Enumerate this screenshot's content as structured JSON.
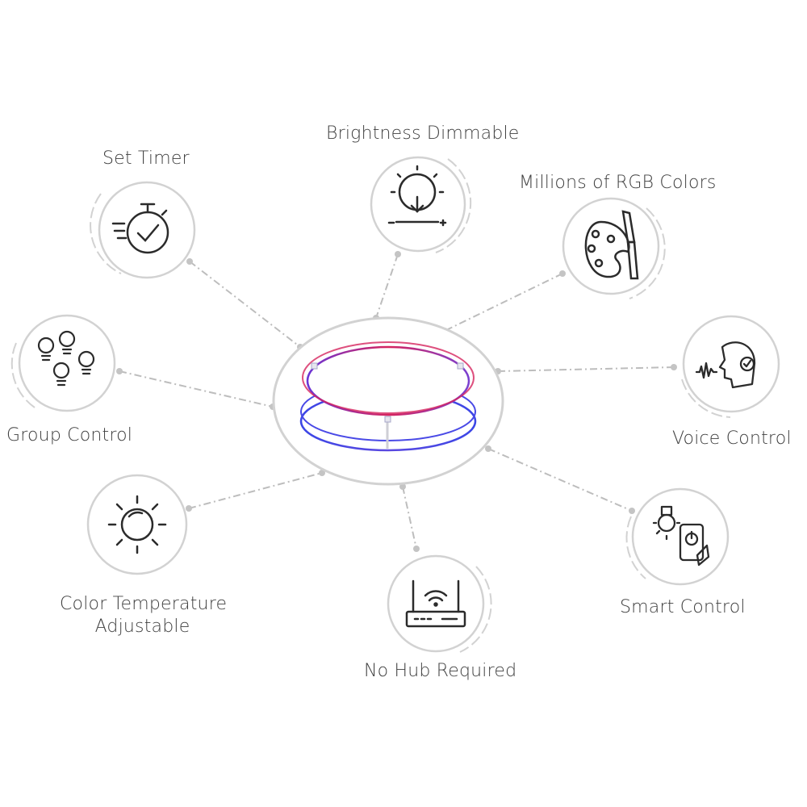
{
  "features": {
    "set_timer": "Set Timer",
    "brightness_dimmable": "Brightness Dimmable",
    "rgb_colors": "Millions of RGB Colors",
    "group_control": "Group Control",
    "voice_control": "Voice Control",
    "color_temperature_line1": "Color Temperature",
    "color_temperature_line2": "Adjustable",
    "smart_control": "Smart Control",
    "no_hub_required": "No Hub Required"
  },
  "colors": {
    "ring": "#d2d2d2",
    "dash": "#bdbdbd",
    "icon": "#2b2b2b",
    "lamp_top": "#d6245e",
    "lamp_bottom": "#3b46e6"
  }
}
